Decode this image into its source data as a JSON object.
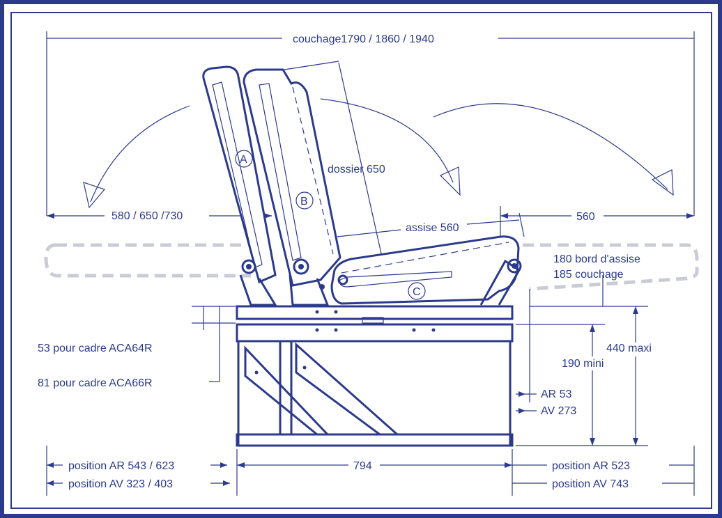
{
  "colors": {
    "line": "#2b3a8c",
    "border": "#2b3a8c",
    "ghost": "#c9ccd6",
    "background": "#ffffff"
  },
  "labels": {
    "couchage": "couchage1790 / 1860 / 1940",
    "reach_left": "580 / 650 /730",
    "dossier": "dossier 650",
    "assise": "assise 560",
    "reach_right": "560",
    "bord_assise": "180 bord d'assise",
    "couchage_185": "185 couchage",
    "cadre_64": "53  pour cadre ACA64R",
    "cadre_66": "81 pour cadre ACA66R",
    "maxi": "440 maxi",
    "mini": "190 mini",
    "ar53": "AR 53",
    "av273": "AV 273",
    "pos_ar_left": "position AR 543 / 623",
    "pos_av_left": "position AV 323 / 403",
    "width794": "794",
    "pos_ar_right": "position AR 523",
    "pos_av_right": "position AV 743",
    "marker_a": "A",
    "marker_b": "B",
    "marker_c": "C"
  }
}
